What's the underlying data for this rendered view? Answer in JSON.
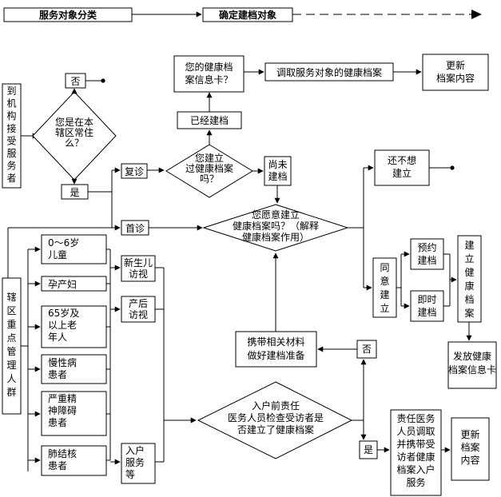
{
  "header": {
    "step1": "服务对象分类",
    "step2": "确定建档对象"
  },
  "nodes": {
    "arrive": "到机构接受服务者",
    "q_resident": [
      "您是在本",
      "辖区常住",
      "么？"
    ],
    "no_top": "否",
    "yes_left": "是",
    "q_card": [
      "您的健康档",
      "案信息卡？"
    ],
    "already": "已经建档",
    "retrieve": "调取服务对象的健康档案",
    "update_top": [
      "更新",
      "档案内容"
    ],
    "revisit": "复诊",
    "q_built": [
      "您建立",
      "过健康档案",
      "吗？"
    ],
    "not_built": [
      "尚未",
      "建档"
    ],
    "first_visit": "首诊",
    "q_willing": [
      "您愿意建立",
      "健康档案吗？（解释",
      "健康档案作用）"
    ],
    "not_want": [
      "还不想",
      "建立"
    ],
    "agree": "同意建立",
    "appointment": [
      "预约",
      "建档"
    ],
    "immediate": [
      "即时",
      "建档"
    ],
    "build_record": "建立健康档案",
    "issue_card": [
      "发放健康",
      "档案信息卡"
    ],
    "key_group": "辖区重点管理人群",
    "g1": [
      "0～6岁",
      "儿童"
    ],
    "g2": "孕产妇",
    "g3": [
      "65岁及",
      "以上老",
      "年人"
    ],
    "g4": [
      "慢性病",
      "患者"
    ],
    "g5": [
      "严重精",
      "神障碍",
      "患者"
    ],
    "g6": [
      "肺结核",
      "患者"
    ],
    "newborn": [
      "新生儿",
      "访视"
    ],
    "postpartum": [
      "产后",
      "访视"
    ],
    "home_service": [
      "入户",
      "服务",
      "等"
    ],
    "bring_materials": [
      "携带相关材料",
      "做好建档准备"
    ],
    "no_mid": "否",
    "q_home": [
      "入户前责任",
      "医务人员检查受访者是",
      "否建立了健康档案"
    ],
    "yes_bottom": "是",
    "staff_bring": [
      "责任医务",
      "人员调取",
      "并携带受",
      "访者健康",
      "档案入户",
      "服务"
    ],
    "update_bottom": [
      "更新",
      "档案",
      "内容"
    ]
  }
}
